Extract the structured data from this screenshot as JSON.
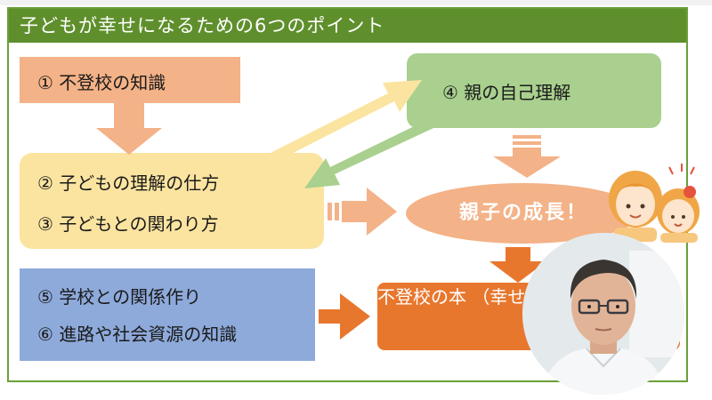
{
  "slide": {
    "title": "子どもが幸せになるための6つのポイント",
    "box1": {
      "text": "①  不登校の知識"
    },
    "box23": {
      "line1": "②  子どもの理解の仕方",
      "line2": "③  子どもとの関わり方"
    },
    "box4": {
      "text": "④  親の自己理解"
    },
    "growth": {
      "text": "親子の成長！"
    },
    "box56": {
      "line1": "⑤  学校との関係作り",
      "line2": "⑥  進路や社会資源の知識"
    },
    "goal": {
      "line1": "不登校の本",
      "line2": "（幸せに生き"
    }
  },
  "icons": {
    "illustration": "parent-child-illustration",
    "webcam": "presenter-webcam"
  },
  "colors": {
    "title_bar": "#5f8f2c",
    "orange_light": "#f3b287",
    "yellow": "#fbe4a0",
    "green": "#a9d08e",
    "blue": "#8eaadb",
    "orange_dark": "#e8772e"
  }
}
